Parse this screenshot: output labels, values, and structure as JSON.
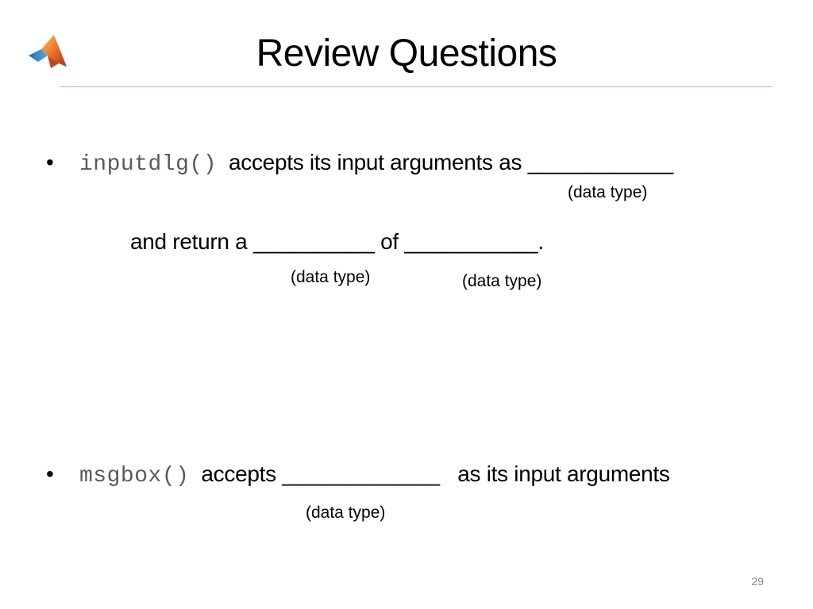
{
  "slide": {
    "title": "Review Questions",
    "page_number": "29",
    "logo_icon": "matlab-membrane-logo-icon",
    "q1": {
      "bullet": "•",
      "code": "inputdlg()",
      "text": "accepts its input arguments as",
      "blank1": "____________",
      "hint1": "(data type)",
      "line2_prefix": "and return a",
      "blank2": "__________",
      "of": "of",
      "blank3": "___________",
      "end": ".",
      "hint2": "(data type)",
      "hint3": "(data type)"
    },
    "q2": {
      "bullet": "•",
      "code": "msgbox()",
      "text_before": "accepts",
      "blank": "_____________",
      "text_after": "as its input arguments",
      "hint": "(data type)"
    }
  }
}
